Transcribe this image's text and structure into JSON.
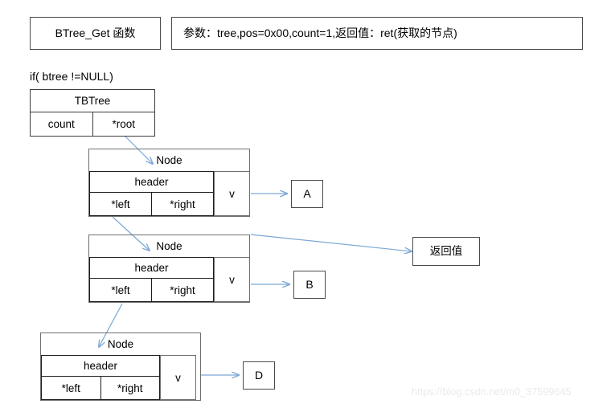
{
  "header": {
    "function_box": "BTree_Get 函数",
    "params_box": "参数：tree,pos=0x00,count=1,返回值：ret(获取的节点)"
  },
  "condition": {
    "text": "if( btree !=NULL)"
  },
  "struct": {
    "title": "TBTree",
    "fields": [
      "count",
      "*root"
    ]
  },
  "nodes": [
    {
      "title": "Node",
      "header_label": "header",
      "left_field": "*left",
      "right_field": "*right",
      "value_cell": "v",
      "target": "A"
    },
    {
      "title": "Node",
      "header_label": "header",
      "left_field": "*left",
      "right_field": "*right",
      "value_cell": "v",
      "target": "B"
    },
    {
      "title": "Node",
      "header_label": "header",
      "left_field": "*left",
      "right_field": "*right",
      "value_cell": "v",
      "target": "D"
    }
  ],
  "return_box": {
    "label": "返回值"
  },
  "watermark": {
    "text": "https://blog.csdn.net/m0_37599645"
  },
  "colors": {
    "arrow": "#7ba7d7",
    "border_dark": "#3c3c3c",
    "border_mid": "#6f6f6f",
    "text": "#000000",
    "watermark": "#e9eaec",
    "background": "#ffffff"
  }
}
